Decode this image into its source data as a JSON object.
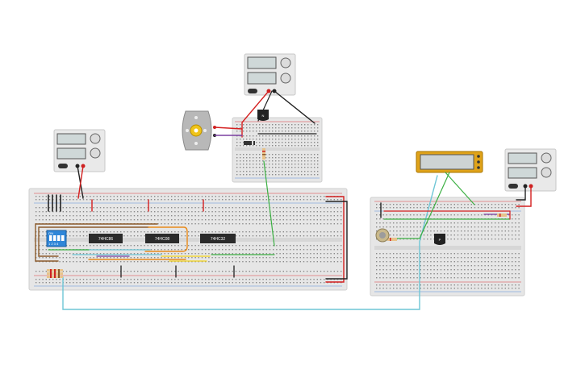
{
  "chips": [
    {
      "label": "74HC86"
    },
    {
      "label": "74HC08"
    },
    {
      "label": "74HC32"
    }
  ],
  "dip_switch": {
    "on_label": "ON",
    "numbers": "1 2 3 4"
  },
  "transistors": [
    {
      "label": "N"
    },
    {
      "label": "P"
    }
  ],
  "colors": {
    "board": "#e6e6e6",
    "rail_red": "#d9343a",
    "rail_blue": "#5b8dd9",
    "wire_red": "#d41f1f",
    "wire_black": "#222222",
    "wire_green": "#3cb043",
    "wire_cyan": "#6ec6d6",
    "wire_orange": "#e88a1a",
    "wire_brown": "#8b5a2b",
    "wire_yellow": "#f2d21b",
    "lcd_frame": "#e0a31a",
    "dip_blue": "#2f86d8",
    "chip": "#2b2b2b"
  }
}
